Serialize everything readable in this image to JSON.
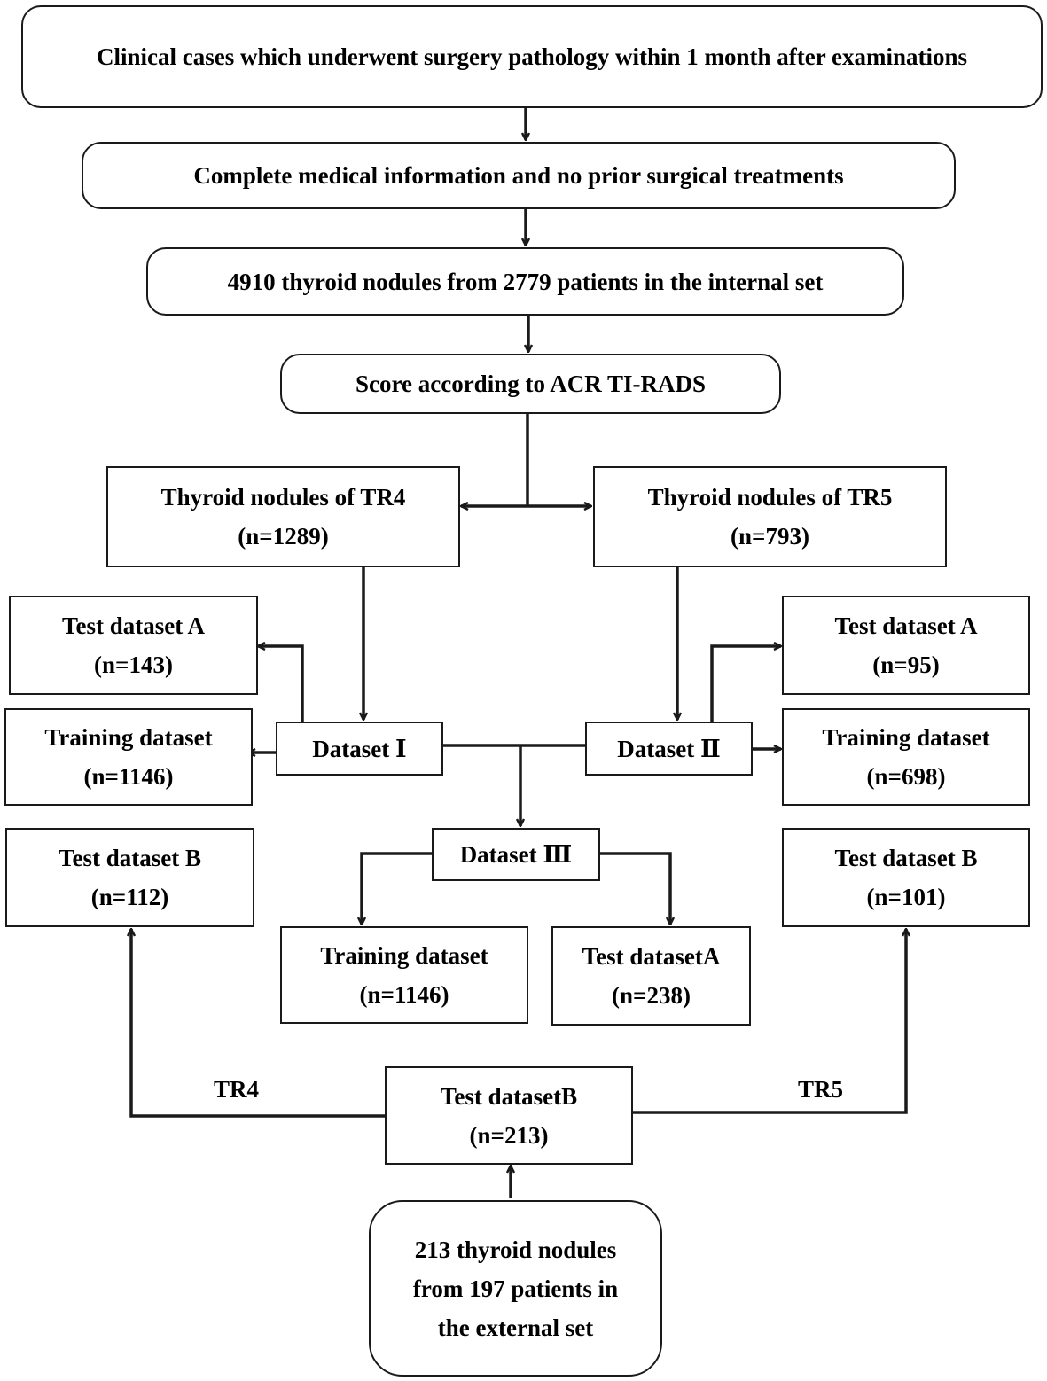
{
  "nodes": {
    "clinical_cases": {
      "lines": [
        "Clinical cases which underwent surgery pathology within 1 month after examinations"
      ]
    },
    "complete_info": {
      "lines": [
        "Complete medical information and no prior surgical treatments"
      ]
    },
    "internal_set": {
      "lines": [
        "4910 thyroid nodules from 2779 patients in the internal set"
      ]
    },
    "score": {
      "lines": [
        "Score according to ACR TI-RADS"
      ]
    },
    "tr4_nodules": {
      "lines": [
        "Thyroid nodules of TR4",
        "(n=1289)"
      ]
    },
    "tr5_nodules": {
      "lines": [
        "Thyroid nodules of TR5",
        "(n=793)"
      ]
    },
    "left_test_a": {
      "lines": [
        "Test dataset A",
        "(n=143)"
      ]
    },
    "left_training": {
      "lines": [
        "Training dataset",
        "(n=1146)"
      ]
    },
    "left_test_b": {
      "lines": [
        "Test dataset B",
        "(n=112)"
      ]
    },
    "right_test_a": {
      "lines": [
        "Test dataset A",
        "(n=95)"
      ]
    },
    "right_training": {
      "lines": [
        "Training dataset",
        "(n=698)"
      ]
    },
    "right_test_b": {
      "lines": [
        "Test dataset B",
        "(n=101)"
      ]
    },
    "dataset_1": {
      "lines": [
        "Dataset Ⅰ"
      ]
    },
    "dataset_2": {
      "lines": [
        "Dataset Ⅱ"
      ]
    },
    "dataset_3": {
      "lines": [
        "Dataset Ⅲ"
      ]
    },
    "mid_training": {
      "lines": [
        "Training dataset",
        "(n=1146)"
      ]
    },
    "mid_test_a": {
      "lines": [
        "Test datasetA",
        "(n=238)"
      ]
    },
    "external_test_b": {
      "lines": [
        "Test datasetB",
        "(n=213)"
      ]
    },
    "external_set": {
      "lines": [
        "213 thyroid nodules",
        "from 197 patients in",
        "the external set"
      ]
    }
  },
  "edge_labels": {
    "tr4": "TR4",
    "tr5": "TR5"
  },
  "colors": {
    "line": "#1a1a1a",
    "text": "#000000",
    "background": "#ffffff"
  }
}
